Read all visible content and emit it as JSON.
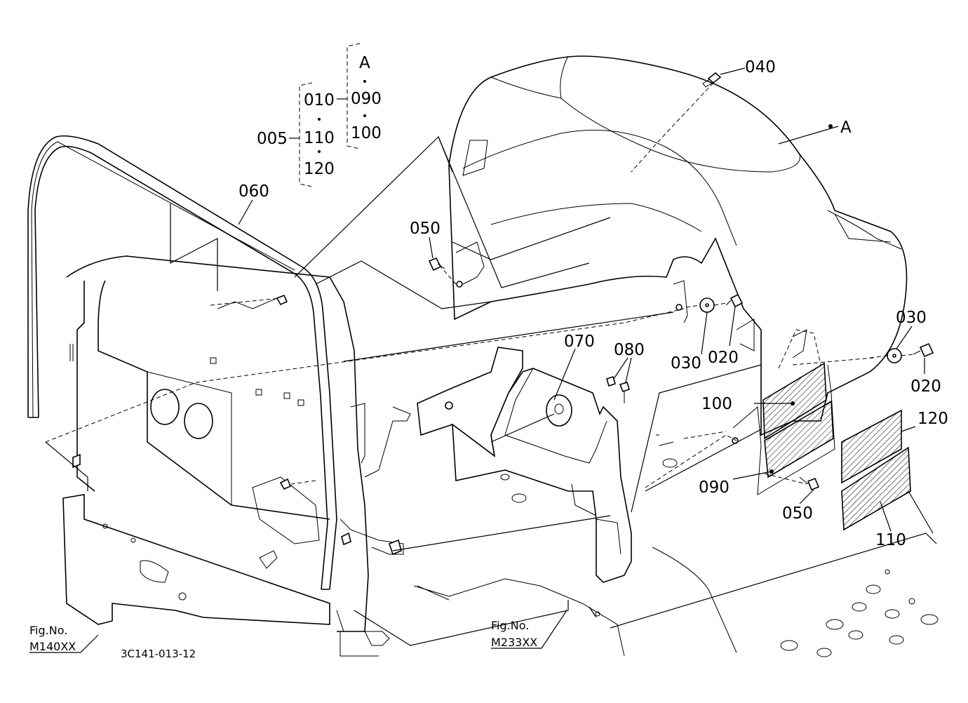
{
  "labels": {
    "p005": "005",
    "p010": "010",
    "p110_group": "110",
    "p120_group": "120",
    "pA_group": "A",
    "p090_group": "090",
    "p100_group": "100",
    "p040": "040",
    "pA": "A",
    "p060": "060",
    "p050_top": "050",
    "p070": "070",
    "p080": "080",
    "p030_left": "030",
    "p020_left": "020",
    "p030_right": "030",
    "p020_right": "020",
    "p100": "100",
    "p120": "120",
    "p090": "090",
    "p050_bottom": "050",
    "p110": "110"
  },
  "references": {
    "fig_left_title": "Fig.No.",
    "fig_left_no": "M140XX",
    "fig_right_title": "Fig.No.",
    "fig_right_no": "M233XX",
    "drawing_code": "3C141-013-12"
  }
}
